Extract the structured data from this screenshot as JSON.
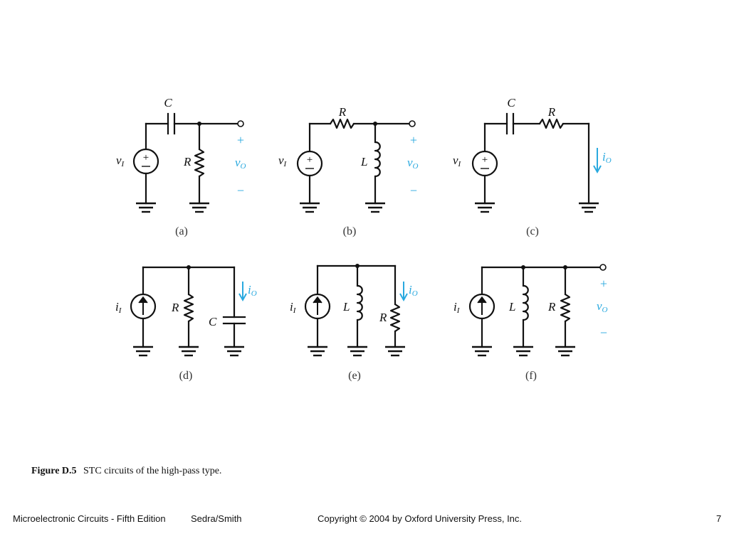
{
  "figure": {
    "panels": [
      {
        "label": "(a)",
        "source": "v_I",
        "components": [
          "C",
          "R"
        ],
        "output": {
          "plus": "+",
          "name": "v_O",
          "minus": "−"
        }
      },
      {
        "label": "(b)",
        "source": "v_I",
        "components": [
          "R",
          "L"
        ],
        "output": {
          "plus": "+",
          "name": "v_O",
          "minus": "−"
        }
      },
      {
        "label": "(c)",
        "source": "v_I",
        "components": [
          "C",
          "R"
        ],
        "output": {
          "name": "i_O"
        }
      },
      {
        "label": "(d)",
        "source": "i_I",
        "components": [
          "R",
          "C"
        ],
        "output": {
          "name": "i_O"
        }
      },
      {
        "label": "(e)",
        "source": "i_I",
        "components": [
          "L",
          "R"
        ],
        "output": {
          "name": "i_O"
        }
      },
      {
        "label": "(f)",
        "source": "i_I",
        "components": [
          "L",
          "R"
        ],
        "output": {
          "plus": "+",
          "name": "v_O",
          "minus": "−"
        }
      }
    ],
    "colors": {
      "annotation": "#29a9df",
      "ink": "#111111"
    }
  },
  "caption": {
    "number": "Figure D.5",
    "text": "STC circuits of the high-pass type."
  },
  "footer": {
    "book": "Microelectronic Circuits - Fifth Edition",
    "authors": "Sedra/Smith",
    "copyright": "Copyright © 2004 by Oxford University Press, Inc.",
    "page": "7"
  }
}
